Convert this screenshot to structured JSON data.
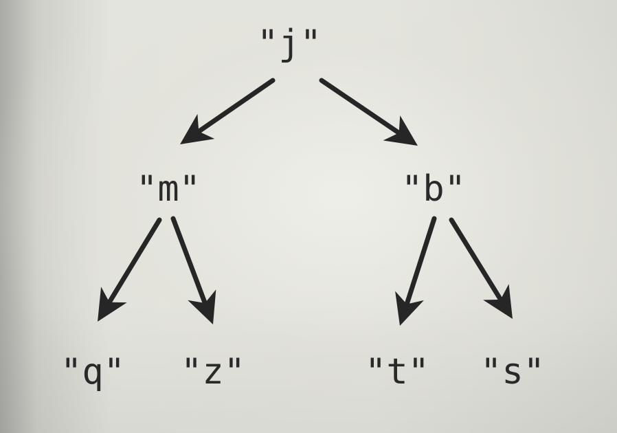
{
  "tree": {
    "root": "\"j\"",
    "left": "\"m\"",
    "right": "\"b\"",
    "left_left": "\"q\"",
    "left_right": "\"z\"",
    "right_left": "\"t\"",
    "right_right": "\"s\""
  },
  "colors": {
    "ink": "#262626",
    "paper": "#e4e4de"
  }
}
